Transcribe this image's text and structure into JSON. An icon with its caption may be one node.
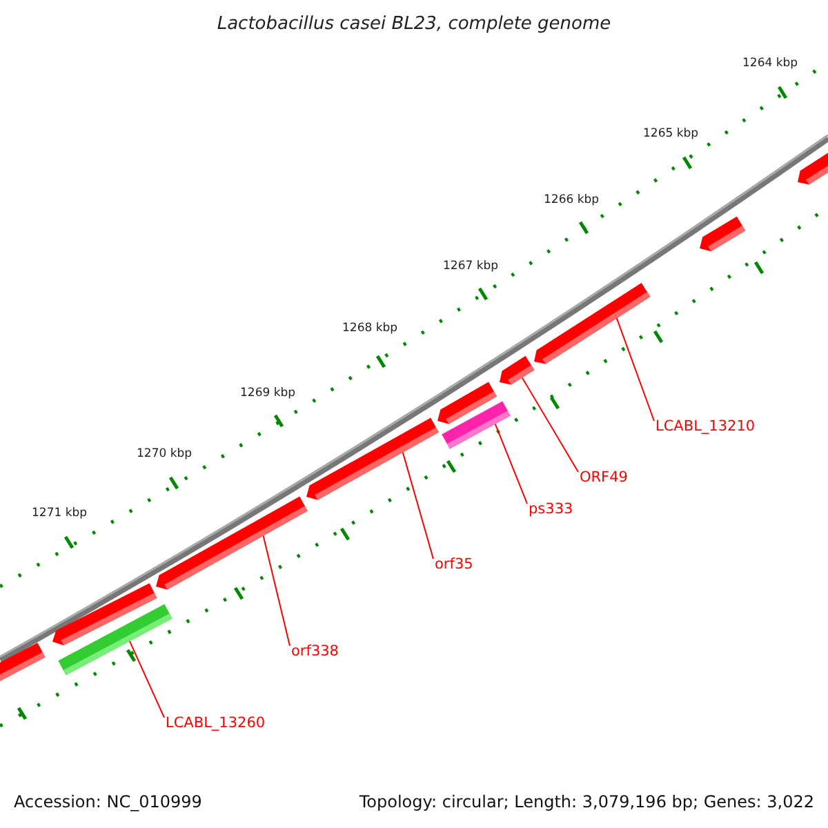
{
  "diagram": {
    "title": "Lactobacillus casei BL23, complete genome",
    "nodes": [
      {
        "text": [
          "LCABL_13210"
        ]
      },
      {
        "text": [
          "ORF49"
        ]
      },
      {
        "text": [
          "ps333"
        ]
      },
      {
        "text": [
          "orf35"
        ]
      },
      {
        "text": [
          "orf338"
        ]
      },
      {
        "text": [
          "LCABL_13260"
        ]
      },
      {
        "text": [],
        "shape": "bar"
      },
      {
        "text": [],
        "shape": "bar"
      },
      {
        "text": [],
        "shape": "bar"
      },
      {
        "text": [],
        "shape": "bar"
      },
      {
        "text": [],
        "shape": "bar"
      },
      {
        "text": [],
        "shape": "bar"
      }
    ],
    "edges": [
      {
        "from": 0,
        "to": 11,
        "arrow": "none"
      },
      {
        "from": 1,
        "to": 10,
        "arrow": "none"
      },
      {
        "from": 2,
        "to": 9,
        "arrow": "none"
      },
      {
        "from": 3,
        "to": 8,
        "arrow": "none"
      },
      {
        "from": 4,
        "to": 7,
        "arrow": "none"
      },
      {
        "from": 5,
        "to": 6,
        "arrow": "none"
      }
    ],
    "labels": [
      "1264 kbp",
      "1265 kbp",
      "1266 kbp",
      "1267 kbp",
      "1268 kbp",
      "1269 kbp",
      "1270 kbp",
      "1271 kbp",
      "Accession: NC_010999",
      "Topology: circular; Length: 3,079,196 bp; Genes: 3,022"
    ]
  }
}
